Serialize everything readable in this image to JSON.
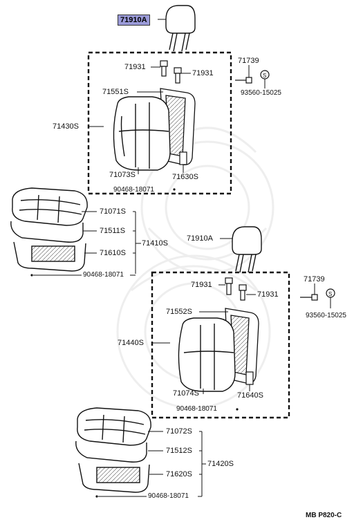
{
  "parts": {
    "p1": "71910A",
    "p2": "71931",
    "p3": "71931",
    "p4": "71739",
    "p5": "93560-15025",
    "p6": "71551S",
    "p7": "71430S",
    "p8": "71073S",
    "p9": "71630S",
    "p10": "90468-18071",
    "p11": "71071S",
    "p12": "71511S",
    "p13": "71410S",
    "p14": "71610S",
    "p15": "90468-18071",
    "p16": "71910A",
    "p17": "71931",
    "p18": "71931",
    "p19": "71739",
    "p20": "93560-15025",
    "p21": "71552S",
    "p22": "71440S",
    "p23": "71074S",
    "p24": "71640S",
    "p25": "90468-18071",
    "p26": "71072S",
    "p27": "71512S",
    "p28": "71420S",
    "p29": "71620S",
    "p30": "90468-18071"
  },
  "diagram_code": "MB P820-C",
  "colors": {
    "highlight": "#9a9ad8",
    "line": "#111111"
  }
}
